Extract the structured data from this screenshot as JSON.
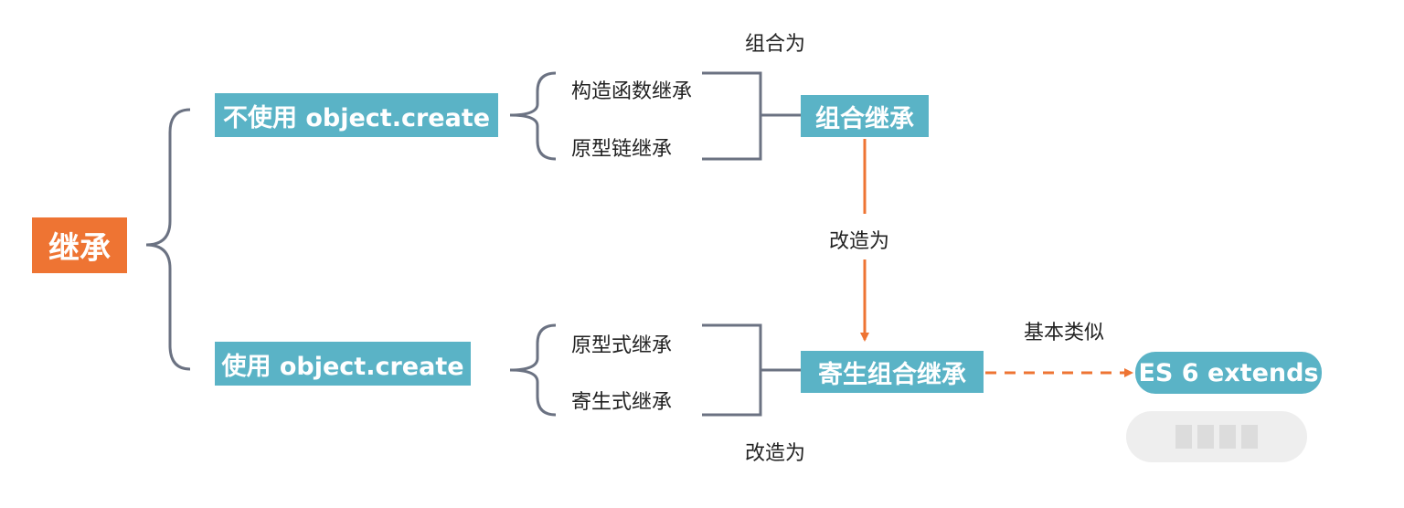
{
  "root": {
    "label": "继承"
  },
  "branches": [
    {
      "label": "不使用 object.create",
      "items": [
        "构造函数继承",
        "原型链继承"
      ],
      "result": "组合继承"
    },
    {
      "label": "使用 object.create",
      "items": [
        "原型式继承",
        "寄生式继承"
      ],
      "result": "寄生组合继承"
    }
  ],
  "annotations": {
    "top_combine": "组合为",
    "middle_transform": "改造为",
    "bottom_transform": "改造为",
    "similar": "基本类似"
  },
  "es6": {
    "label": "ES 6 extends"
  },
  "colors": {
    "teal": "#5ab3c6",
    "orange": "#ee7433",
    "bracket": "#6b7282",
    "arrow": "#ee7433"
  }
}
